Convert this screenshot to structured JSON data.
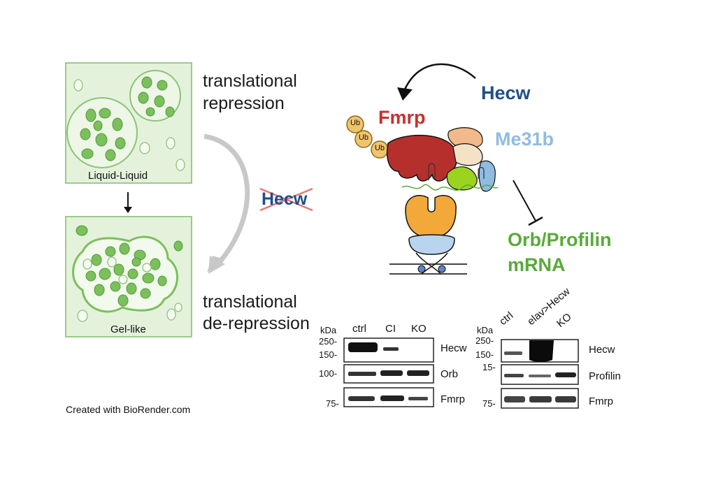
{
  "left": {
    "panel_top_label": "Liquid-Liquid",
    "panel_bottom_label": "Gel-like",
    "text_top_line1": "translational",
    "text_top_line2": "repression",
    "text_bottom_line1": "translational",
    "text_bottom_line2": "de-repression",
    "crossed_label": "Hecw",
    "credit": "Created with BioRender.com"
  },
  "model": {
    "hecw": "Hecw",
    "fmrp": "Fmrp",
    "me31b": "Me31b",
    "ub": "Ub",
    "target_line1": "Orb/Profilin",
    "target_line2": "mRNA",
    "colors": {
      "hecw": "#1f4e8c",
      "fmrp": "#c8302e",
      "me31b": "#8fbce3",
      "target": "#5aaa3a"
    }
  },
  "blot1": {
    "kda": "kDa",
    "lanes": [
      "ctrl",
      "CI",
      "KO"
    ],
    "markers": [
      "250-",
      "150-",
      "100-",
      "75-"
    ],
    "rows": [
      "Hecw",
      "Orb",
      "Fmrp"
    ]
  },
  "blot2": {
    "kda": "kDa",
    "lanes": [
      "ctrl",
      "elav>Hecw",
      "KO"
    ],
    "markers": [
      "250-",
      "150-",
      "15-",
      "75-"
    ],
    "rows": [
      "Hecw",
      "Profilin",
      "Fmrp"
    ]
  }
}
